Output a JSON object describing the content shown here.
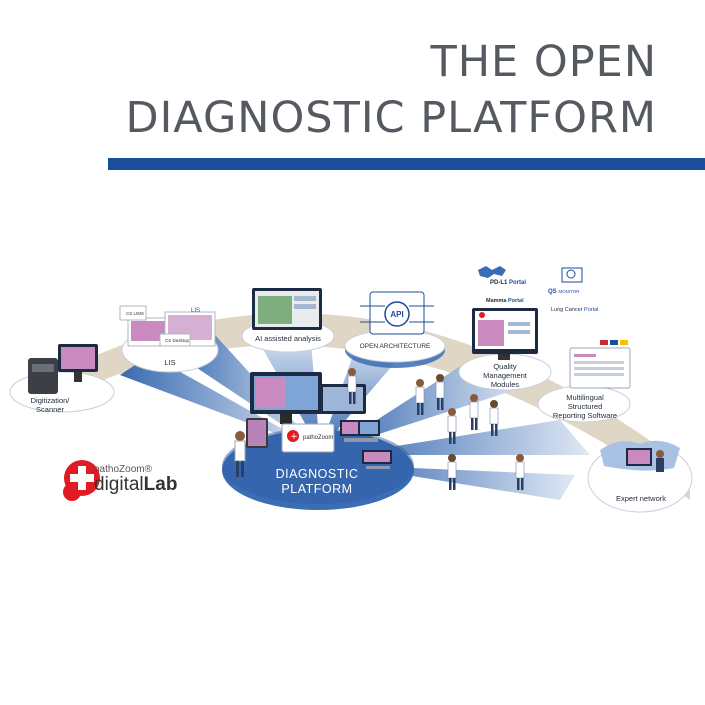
{
  "header": {
    "title_line1": "THE OPEN",
    "title_line2": "DIAGNOSTIC PLATFORM"
  },
  "colors": {
    "brand_blue": "#1a4e9a",
    "arc_beige": "#d9cdb8",
    "hub_blue": "#3a6db4",
    "red_logo": "#e01b22"
  },
  "nodes": {
    "digitization": "Digitization/\nScanner",
    "lis": "LIS",
    "lis_screen": "LIS",
    "ai": "AI assisted analysis",
    "open_arch": "OPEN ARCHITECTURE",
    "api": "API",
    "qmm": "Quality\nManagement\nModules",
    "reporting": "Multilingual\nStructured\nReporting Software",
    "expert": "Expert network",
    "hub_line1": "DIAGNOSTIC",
    "hub_line2": "PLATFORM"
  },
  "portals": {
    "pdl1": "PD-L1",
    "pdl1_suffix": "Portal",
    "mamma": "Mamma",
    "mamma_suffix": "Portal",
    "lung": "Lung Cancer",
    "lung_suffix": "Portal",
    "qs": "QS",
    "qs_suffix": "MONITOR"
  },
  "screens": {
    "cs_lims": "CS LIMS",
    "cs_desktop": "CS Desktop",
    "pathozoom_small": "pathoZoom",
    "pathozoom_hub": "pathoZoom"
  },
  "brand": {
    "small": "pathoZoom®",
    "big_regular": "digital",
    "big_bold": "Lab"
  }
}
